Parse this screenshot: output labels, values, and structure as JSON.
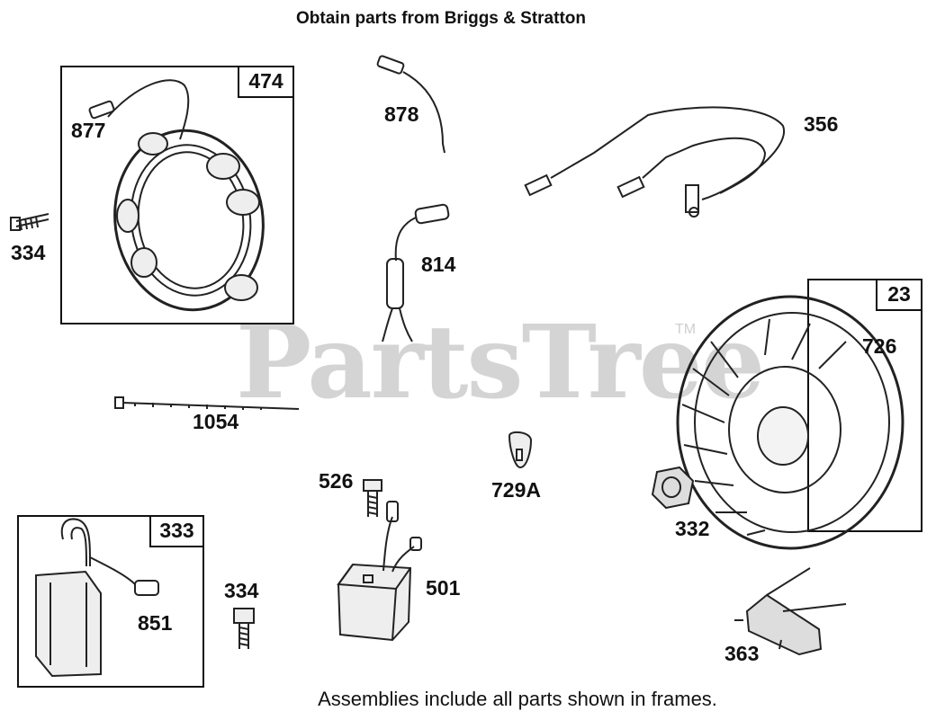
{
  "header": {
    "title": "Obtain parts from Briggs & Stratton"
  },
  "footer": {
    "note": "Assemblies include all parts shown in frames."
  },
  "watermark": {
    "text": "PartsTree",
    "trademark": "TM"
  },
  "frames": [
    {
      "id": "474"
    },
    {
      "id": "23"
    },
    {
      "id": "333"
    }
  ],
  "parts": [
    {
      "number": "877"
    },
    {
      "number": "878"
    },
    {
      "number": "356"
    },
    {
      "number": "334"
    },
    {
      "number": "814"
    },
    {
      "number": "726"
    },
    {
      "number": "1054"
    },
    {
      "number": "526"
    },
    {
      "number": "729A"
    },
    {
      "number": "332"
    },
    {
      "number": "851"
    },
    {
      "number": "334"
    },
    {
      "number": "501"
    },
    {
      "number": "363"
    }
  ]
}
